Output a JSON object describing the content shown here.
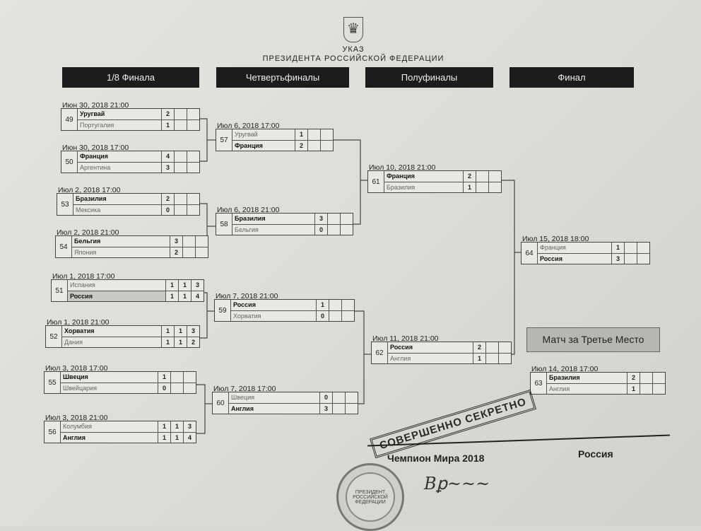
{
  "document": {
    "decree": "УКАЗ",
    "issuer": "ПРЕЗИДЕНТА РОССИЙСКОЙ ФЕДЕРАЦИИ",
    "emblem": "double-headed-eagle-icon"
  },
  "rounds": [
    "1/8 Финала",
    "Четвертьфиналы",
    "Полуфиналы",
    "Финал"
  ],
  "third_place_label": "Матч за Третье Место",
  "matches": [
    {
      "num": "49",
      "date": "Июн 30, 2018   21:00",
      "teams": [
        {
          "name": "Уругвай",
          "bold": true,
          "scores": [
            "2",
            "",
            ""
          ]
        },
        {
          "name": "Португалия",
          "bold": false,
          "scores": [
            "1",
            "",
            ""
          ]
        }
      ]
    },
    {
      "num": "50",
      "date": "Июн 30, 2018   17:00",
      "teams": [
        {
          "name": "Франция",
          "bold": true,
          "scores": [
            "4",
            "",
            ""
          ]
        },
        {
          "name": "Аргентина",
          "bold": false,
          "scores": [
            "3",
            "",
            ""
          ]
        }
      ]
    },
    {
      "num": "53",
      "date": "Июл 2, 2018   17:00",
      "teams": [
        {
          "name": "Бразилия",
          "bold": true,
          "scores": [
            "2",
            "",
            ""
          ]
        },
        {
          "name": "Мексика",
          "bold": false,
          "scores": [
            "0",
            "",
            ""
          ]
        }
      ]
    },
    {
      "num": "54",
      "date": "Июл 2, 2018   21:00",
      "teams": [
        {
          "name": "Бельгия",
          "bold": true,
          "scores": [
            "3",
            "",
            ""
          ]
        },
        {
          "name": "Япония",
          "bold": false,
          "scores": [
            "2",
            "",
            ""
          ]
        }
      ]
    },
    {
      "num": "51",
      "date": "Июл 1, 2018   17:00",
      "teams": [
        {
          "name": "Испания",
          "bold": false,
          "scores": [
            "1",
            "1",
            "3"
          ]
        },
        {
          "name": "Россия",
          "bold": true,
          "highlight": true,
          "scores": [
            "1",
            "1",
            "4"
          ]
        }
      ]
    },
    {
      "num": "52",
      "date": "Июл 1, 2018   21:00",
      "teams": [
        {
          "name": "Хорватия",
          "bold": true,
          "scores": [
            "1",
            "1",
            "3"
          ]
        },
        {
          "name": "Дания",
          "bold": false,
          "scores": [
            "1",
            "1",
            "2"
          ]
        }
      ]
    },
    {
      "num": "55",
      "date": "Июл 3, 2018   17:00",
      "teams": [
        {
          "name": "Швеция",
          "bold": true,
          "scores": [
            "1",
            "",
            ""
          ]
        },
        {
          "name": "Швейцария",
          "bold": false,
          "scores": [
            "0",
            "",
            ""
          ]
        }
      ]
    },
    {
      "num": "56",
      "date": "Июл 3, 2018   21:00",
      "teams": [
        {
          "name": "Колумбия",
          "bold": false,
          "scores": [
            "1",
            "1",
            "3"
          ]
        },
        {
          "name": "Англия",
          "bold": true,
          "scores": [
            "1",
            "1",
            "4"
          ]
        }
      ]
    },
    {
      "num": "57",
      "date": "Июл 6, 2018   17:00",
      "teams": [
        {
          "name": "Уругвай",
          "bold": false,
          "scores": [
            "1",
            "",
            ""
          ]
        },
        {
          "name": "Франция",
          "bold": true,
          "scores": [
            "2",
            "",
            ""
          ]
        }
      ]
    },
    {
      "num": "58",
      "date": "Июл 6, 2018   21:00",
      "teams": [
        {
          "name": "Бразилия",
          "bold": true,
          "scores": [
            "3",
            "",
            ""
          ]
        },
        {
          "name": "Бельгия",
          "bold": false,
          "scores": [
            "0",
            "",
            ""
          ]
        }
      ]
    },
    {
      "num": "59",
      "date": "Июл 7, 2018   21:00",
      "teams": [
        {
          "name": "Россия",
          "bold": true,
          "scores": [
            "1",
            "",
            ""
          ]
        },
        {
          "name": "Хорватия",
          "bold": false,
          "scores": [
            "0",
            "",
            ""
          ]
        }
      ]
    },
    {
      "num": "60",
      "date": "Июл 7, 2018   17:00",
      "teams": [
        {
          "name": "Швеция",
          "bold": false,
          "scores": [
            "0",
            "",
            ""
          ]
        },
        {
          "name": "Англия",
          "bold": true,
          "scores": [
            "3",
            "",
            ""
          ]
        }
      ]
    },
    {
      "num": "61",
      "date": "Июл 10, 2018   21:00",
      "teams": [
        {
          "name": "Франция",
          "bold": true,
          "scores": [
            "2",
            "",
            ""
          ]
        },
        {
          "name": "Бразилия",
          "bold": false,
          "scores": [
            "1",
            "",
            ""
          ]
        }
      ]
    },
    {
      "num": "62",
      "date": "Июл 11, 2018   21:00",
      "teams": [
        {
          "name": "Россия",
          "bold": true,
          "scores": [
            "2",
            "",
            ""
          ]
        },
        {
          "name": "Англия",
          "bold": false,
          "scores": [
            "1",
            "",
            ""
          ]
        }
      ]
    },
    {
      "num": "64",
      "date": "Июл 15, 2018   18:00",
      "teams": [
        {
          "name": "Франция",
          "bold": false,
          "scores": [
            "1",
            "",
            ""
          ]
        },
        {
          "name": "Россия",
          "bold": true,
          "scores": [
            "3",
            "",
            ""
          ]
        }
      ]
    },
    {
      "num": "63",
      "date": "Июл 14, 2018   17:00",
      "teams": [
        {
          "name": "Бразилия",
          "bold": true,
          "scores": [
            "2",
            "",
            ""
          ]
        },
        {
          "name": "Англия",
          "bold": false,
          "scores": [
            "1",
            "",
            ""
          ]
        }
      ]
    }
  ],
  "stamp": "СОВЕРШЕННО СЕКРЕТНО",
  "champion_label": "Чемпион Мира 2018",
  "champion": "Россия",
  "seal_text": "ПРЕЗИДЕНТ РОССИЙСКОЙ ФЕДЕРАЦИИ"
}
